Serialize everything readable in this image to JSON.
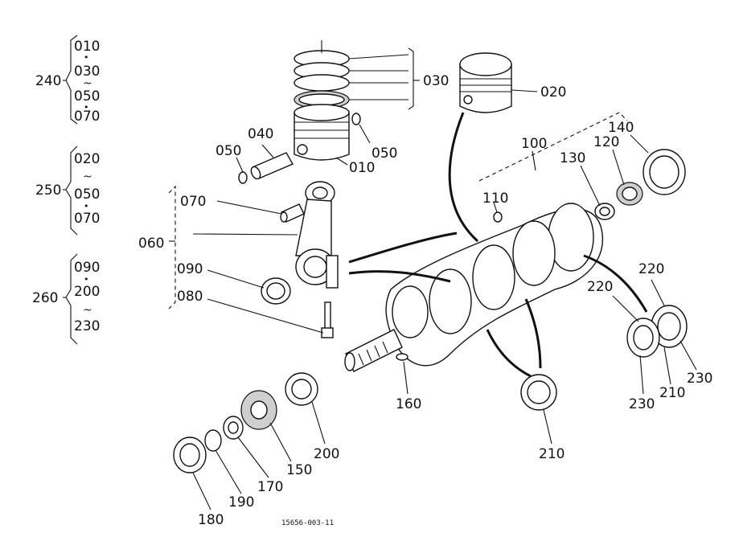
{
  "labels": {
    "p010a": "010",
    "p030a": "030",
    "p050a": "050",
    "p070a": "070",
    "g240": "240",
    "p020b": "020",
    "p050b": "050",
    "p070b": "070",
    "g250": "250",
    "p090c": "090",
    "p200c": "200",
    "p230c": "230",
    "g260": "260",
    "l030": "030",
    "l020": "020",
    "l040": "040",
    "l050a": "050",
    "l050b": "050",
    "l010": "010",
    "l070": "070",
    "l060": "060",
    "l090": "090",
    "l080": "080",
    "l100": "100",
    "l110": "110",
    "l120": "120",
    "l130": "130",
    "l140": "140",
    "l160": "160",
    "l150": "150",
    "l170": "170",
    "l180": "180",
    "l190": "190",
    "l200": "200",
    "l210a": "210",
    "l210b": "210",
    "l220a": "220",
    "l220b": "220",
    "l230a": "230",
    "l230b": "230"
  },
  "symbols": {
    "dot": "•",
    "tilde": "~"
  },
  "footer": {
    "code": "15656-003-11"
  }
}
